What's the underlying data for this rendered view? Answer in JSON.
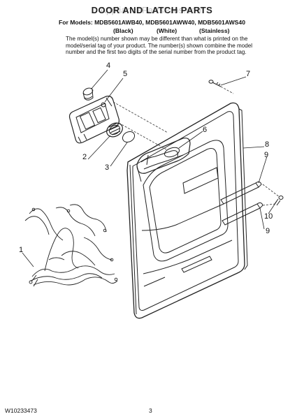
{
  "header": {
    "watermark": "AppliancePartsPros.com",
    "title": "DOOR AND LATCH PARTS",
    "models_line": "For Models: MDB5601AWB40, MDB5601AWW40, MDB5601AWS40",
    "color_black": "(Black)",
    "color_white": "(White)",
    "color_stainless": "(Stainless)",
    "note_lines": [
      "The model(s) number shown may be different than what is printed on the",
      "model/serial tag of your product. The number(s) shown combine the model",
      "number and the first two digits of the serial number from the product tag."
    ]
  },
  "callouts": {
    "c1": "1",
    "c2": "2",
    "c3": "3",
    "c4": "4",
    "c5": "5",
    "c6": "6",
    "c7": "7",
    "c8": "8",
    "c9a": "9",
    "c9b": "9",
    "c10": "10"
  },
  "footer": {
    "part_number": "W10233473",
    "page_number": "3"
  }
}
